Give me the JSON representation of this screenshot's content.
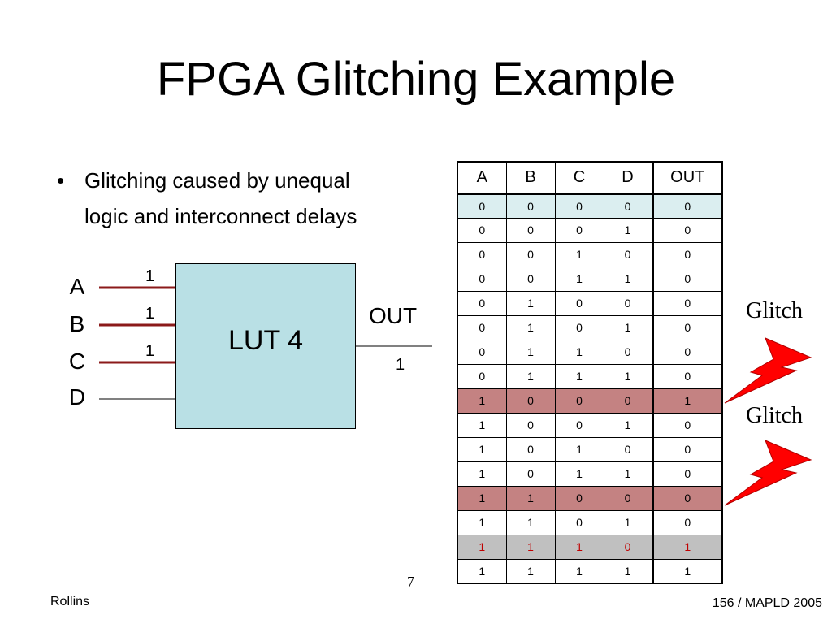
{
  "slide": {
    "title": "FPGA Glitching Example",
    "bullet_line1": "Glitching caused by unequal",
    "bullet_line2": "logic and interconnect delays",
    "bullet_glyph": "•"
  },
  "diagram": {
    "inputs": [
      {
        "name": "A",
        "value": "1"
      },
      {
        "name": "B",
        "value": "1"
      },
      {
        "name": "C",
        "value": "1"
      },
      {
        "name": "D",
        "value": ""
      }
    ],
    "block_label": "LUT 4",
    "output_label": "OUT",
    "output_value": "1",
    "colors": {
      "input_wire": "#8b1a1a",
      "block_fill": "#b9e0e5",
      "bolt_fill": "#ff0000"
    }
  },
  "truth_table": {
    "headers": [
      "A",
      "B",
      "C",
      "D",
      "OUT"
    ],
    "rows": [
      [
        "0",
        "0",
        "0",
        "0",
        "0"
      ],
      [
        "0",
        "0",
        "0",
        "1",
        "0"
      ],
      [
        "0",
        "0",
        "1",
        "0",
        "0"
      ],
      [
        "0",
        "0",
        "1",
        "1",
        "0"
      ],
      [
        "0",
        "1",
        "0",
        "0",
        "0"
      ],
      [
        "0",
        "1",
        "0",
        "1",
        "0"
      ],
      [
        "0",
        "1",
        "1",
        "0",
        "0"
      ],
      [
        "0",
        "1",
        "1",
        "1",
        "0"
      ],
      [
        "1",
        "0",
        "0",
        "0",
        "1"
      ],
      [
        "1",
        "0",
        "0",
        "1",
        "0"
      ],
      [
        "1",
        "0",
        "1",
        "0",
        "0"
      ],
      [
        "1",
        "0",
        "1",
        "1",
        "0"
      ],
      [
        "1",
        "1",
        "0",
        "0",
        "0"
      ],
      [
        "1",
        "1",
        "0",
        "1",
        "0"
      ],
      [
        "1",
        "1",
        "1",
        "0",
        "1"
      ],
      [
        "1",
        "1",
        "1",
        "1",
        "1"
      ]
    ],
    "row_highlights": {
      "0": "first",
      "8": "glitch",
      "12": "glitch",
      "14": "gray"
    },
    "colors": {
      "first": "#dbeef0",
      "glitch": "#c48282",
      "gray": "#c0c0c0",
      "gray_text": "#c00000"
    }
  },
  "glitch_labels": [
    "Glitch",
    "Glitch"
  ],
  "footer": {
    "author": "Rollins",
    "page_number": "7",
    "conference": "156 / MAPLD 2005"
  }
}
